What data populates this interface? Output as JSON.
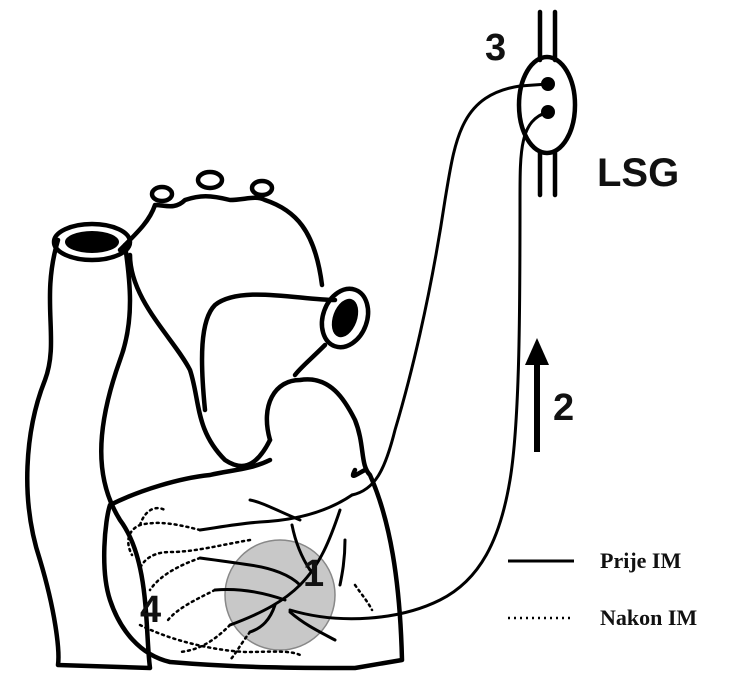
{
  "labels": {
    "num1": "1",
    "num2": "2",
    "num3": "3",
    "num4": "4",
    "ganglion": "LSG"
  },
  "legend": {
    "before": "Prije IM",
    "after": "Nakon IM"
  },
  "colors": {
    "infarct_zone": "#c8c8c8",
    "line": "#000000"
  }
}
